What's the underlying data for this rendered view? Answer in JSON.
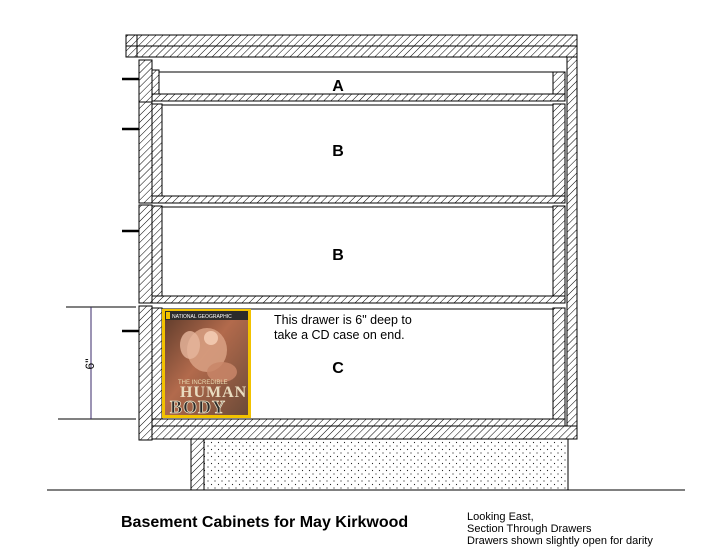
{
  "drawers": {
    "a_label": "A",
    "b1_label": "B",
    "b2_label": "B",
    "c_label": "C"
  },
  "dimension": {
    "label": "6\""
  },
  "note": {
    "line1": "This drawer is 6\" deep to",
    "line2": "take a CD case on end."
  },
  "dvd": {
    "brand": "NATIONAL GEOGRAPHIC",
    "subtitle": "THE INCREDIBLE",
    "word1": "HUMAN",
    "word2": "BODY"
  },
  "footer": {
    "title": "Basement Cabinets for May Kirkwood",
    "line1": "Looking East,",
    "line2": "Section Through Drawers",
    "line3": "Drawers shown slightly open for darity"
  },
  "colors": {
    "dvd_border": "#f2c200",
    "dvd_band": "#2b2b2b",
    "dim_line": "#3a2a6a"
  }
}
